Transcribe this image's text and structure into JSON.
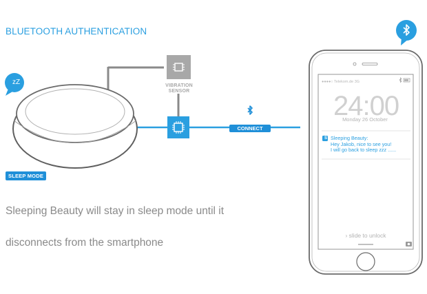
{
  "header": {
    "title": "BLUETOOTH AUTHENTICATION"
  },
  "device": {
    "sleep_icon_text": "zZ",
    "sleep_mode_label": "SLEEP MODE"
  },
  "sensor": {
    "label_line1": "VIBRATION",
    "label_line2": "SENSOR"
  },
  "connection": {
    "label": "CONNECT"
  },
  "description": {
    "line1": "Sleeping Beauty will stay in sleep mode until it",
    "line2": "disconnects from the smartphone"
  },
  "phone": {
    "status_carrier": "●●●●○ Telekom.de  3G",
    "time": "24:00",
    "date": "Monday 26 October",
    "notification": {
      "app_badge": "S",
      "title": "Sleeping Beauty:",
      "line1": "Hey Jakob, nice to see you!",
      "line2": "I will go back to sleep zzz ......"
    },
    "unlock_text": "› slide to unlock"
  },
  "colors": {
    "accent": "#1f8fd8",
    "line_gray": "#8a8a8a",
    "text_gray": "#8a8a8a"
  },
  "icons": [
    "sleep-bubble-icon",
    "bluetooth-bubble-icon",
    "bluetooth-icon",
    "chip-icon",
    "camera-icon"
  ]
}
